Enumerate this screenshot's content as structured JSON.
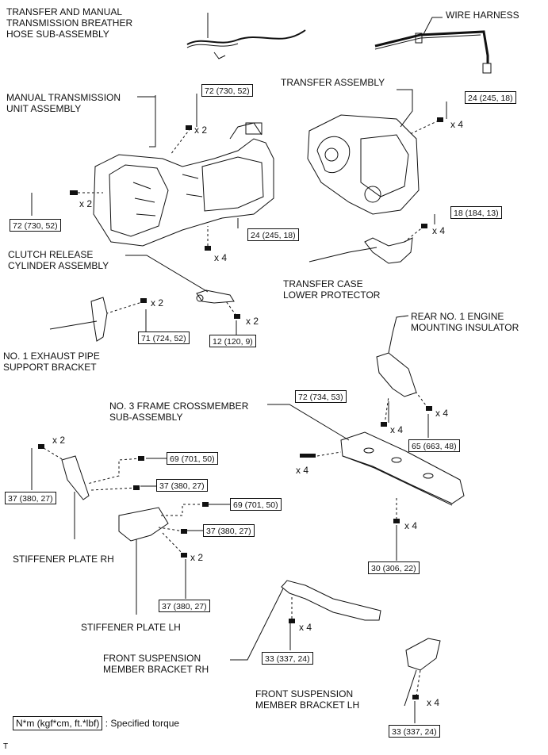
{
  "labels": {
    "breather_hose": [
      "TRANSFER AND MANUAL",
      "TRANSMISSION BREATHER",
      "HOSE SUB-ASSEMBLY"
    ],
    "wire_harness": [
      "WIRE HARNESS"
    ],
    "mt_unit": [
      "MANUAL TRANSMISSION",
      "UNIT ASSEMBLY"
    ],
    "transfer_assy": [
      "TRANSFER ASSEMBLY"
    ],
    "clutch_release": [
      "CLUTCH RELEASE",
      "CYLINDER ASSEMBLY"
    ],
    "transfer_case_protector": [
      "TRANSFER CASE",
      "LOWER PROTECTOR"
    ],
    "exhaust_bracket": [
      "NO. 1 EXHAUST PIPE",
      "SUPPORT BRACKET"
    ],
    "rear_insulator": [
      "REAR NO. 1 ENGINE",
      "MOUNTING INSULATOR"
    ],
    "crossmember": [
      "NO. 3 FRAME CROSSMEMBER",
      "SUB-ASSEMBLY"
    ],
    "stiffener_rh": [
      "STIFFENER PLATE RH"
    ],
    "stiffener_lh": [
      "STIFFENER PLATE LH"
    ],
    "front_susp_rh": [
      "FRONT SUSPENSION",
      "MEMBER BRACKET RH"
    ],
    "front_susp_lh": [
      "FRONT SUSPENSION",
      "MEMBER BRACKET LH"
    ]
  },
  "torques": {
    "t1": "72 (730, 52)",
    "t2": "72 (730, 52)",
    "t3": "24 (245, 18)",
    "t4": "24 (245, 18)",
    "t5": "18 (184, 13)",
    "t6": "71 (724, 52)",
    "t7": "12 (120, 9)",
    "t8": "72 (734, 53)",
    "t9": "65 (663, 48)",
    "t10": "69 (701, 50)",
    "t11": "37 (380, 27)",
    "t12": "37 (380, 27)",
    "t13": "69 (701, 50)",
    "t14": "37 (380, 27)",
    "t15": "37 (380, 27)",
    "t16": "30 (306, 22)",
    "t17": "33 (337, 24)",
    "t18": "33 (337, 24)"
  },
  "quantities": {
    "x2": "x 2",
    "x4": "x 4"
  },
  "legend": {
    "unit": "N*m (kgf*cm, ft.*lbf)",
    "text": ": Specified torque"
  },
  "footer": "T"
}
